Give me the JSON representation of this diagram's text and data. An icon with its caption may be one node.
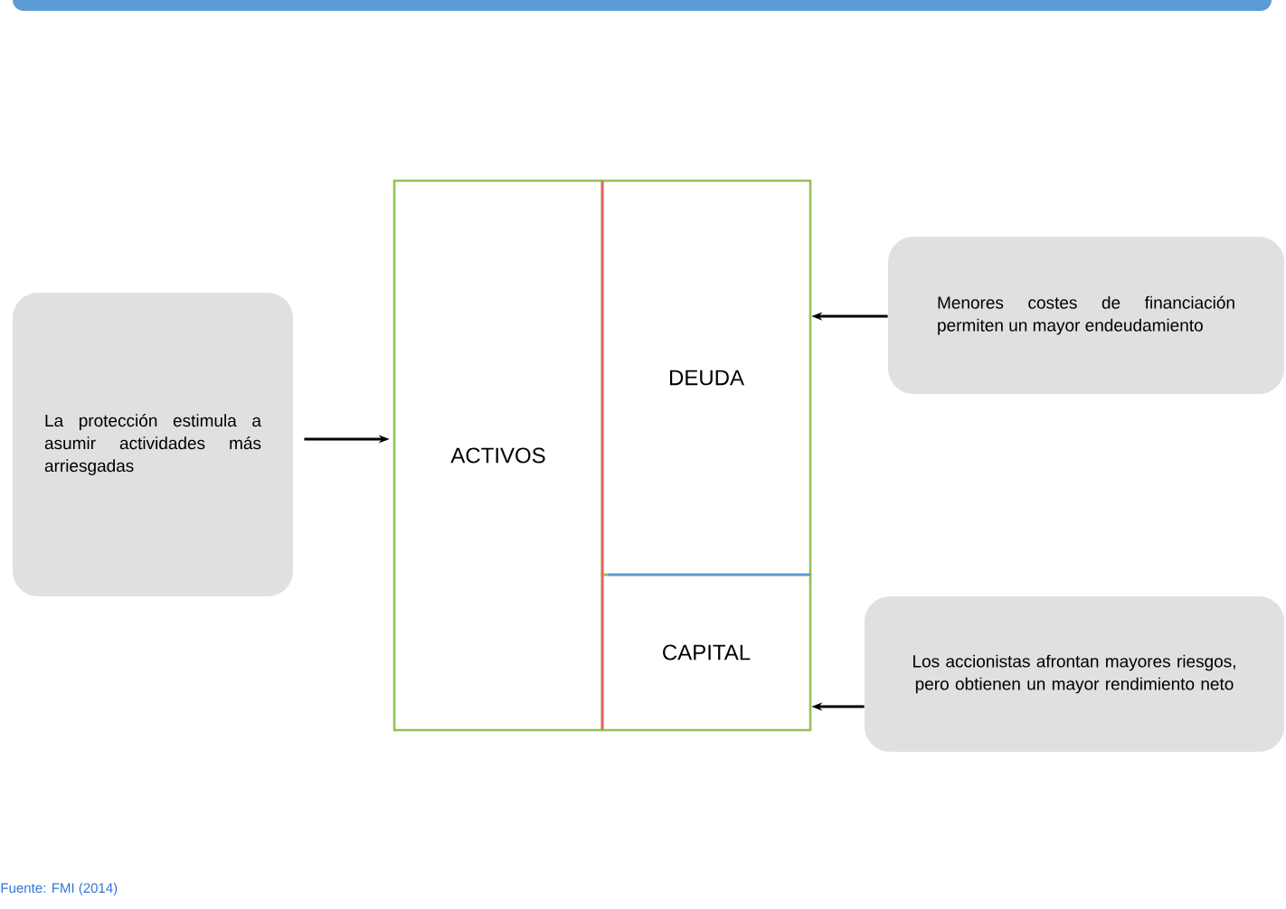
{
  "diagram": {
    "nodes": [
      {
        "text": [
          "La protección estimula a asumir actividades más arriesgadas"
        ]
      },
      {
        "text": [
          "ACTIVOS"
        ]
      },
      {
        "text": [
          "DEUDA"
        ]
      },
      {
        "text": [
          "CAPITAL"
        ]
      },
      {
        "text": [
          "Menores costes de financiación permiten un mayor endeudamiento"
        ]
      },
      {
        "text": [
          "Los accionistas afrontan mayores riesgos, pero obtienen un mayor rendimiento neto"
        ]
      }
    ],
    "edges": [
      {
        "from": 0,
        "to": 1,
        "arrow": "to"
      },
      {
        "from": 4,
        "to": 2,
        "arrow": "to"
      },
      {
        "from": 5,
        "to": 3,
        "arrow": "to"
      }
    ],
    "labels": [
      "Fuente: FMI (2014)"
    ]
  }
}
